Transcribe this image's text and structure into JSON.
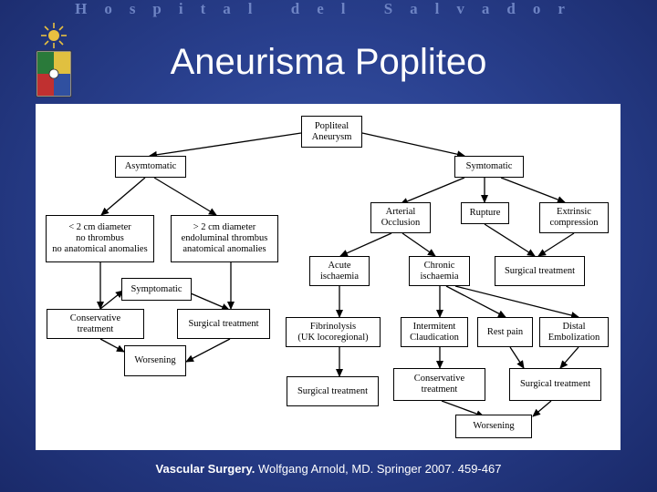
{
  "header": {
    "hospital": "Hospital del Salvador"
  },
  "slide": {
    "title": "Aneurisma Popliteo"
  },
  "citation": {
    "bold": "Vascular Surgery.",
    "rest": " Wolfgang Arnold, MD. Springer 2007. 459-467"
  },
  "diagram": {
    "nodes": {
      "popliteal": "Popliteal\nAneurysm",
      "asymptomatic": "Asymtomatic",
      "symptomatic_top": "Symtomatic",
      "lt2": "< 2 cm diameter\nno thrombus\nno anatomical anomalies",
      "gt2": "> 2 cm diameter\nendoluminal thrombus\nanatomical anomalies",
      "symptomatic_mid": "Symptomatic",
      "conservative_left": "Conservative\ntreatment",
      "surgical_left": "Surgical treatment",
      "worsening_left": "Worsening",
      "arterial_occlusion": "Arterial\nOcclusion",
      "rupture": "Rupture",
      "extrinsic": "Extrinsic\ncompression",
      "acute": "Acute\nischaemia",
      "chronic": "Chronic\nischaemia",
      "surgical_rupture": "Surgical treatment",
      "fibrinolysis": "Fibrinolysis\n(UK locoregional)",
      "intermittent": "Intermitent\nClaudication",
      "rest_pain": "Rest pain",
      "distal_emb": "Distal\nEmbolization",
      "surgical_fib": "Surgical treatment",
      "conservative_right": "Conservative\ntreatment",
      "surgical_right": "Surgical treatment",
      "worsening_right": "Worsening"
    }
  },
  "colors": {
    "background": "#2a4190",
    "panel": "#ffffff",
    "header": "#6e84c4"
  }
}
